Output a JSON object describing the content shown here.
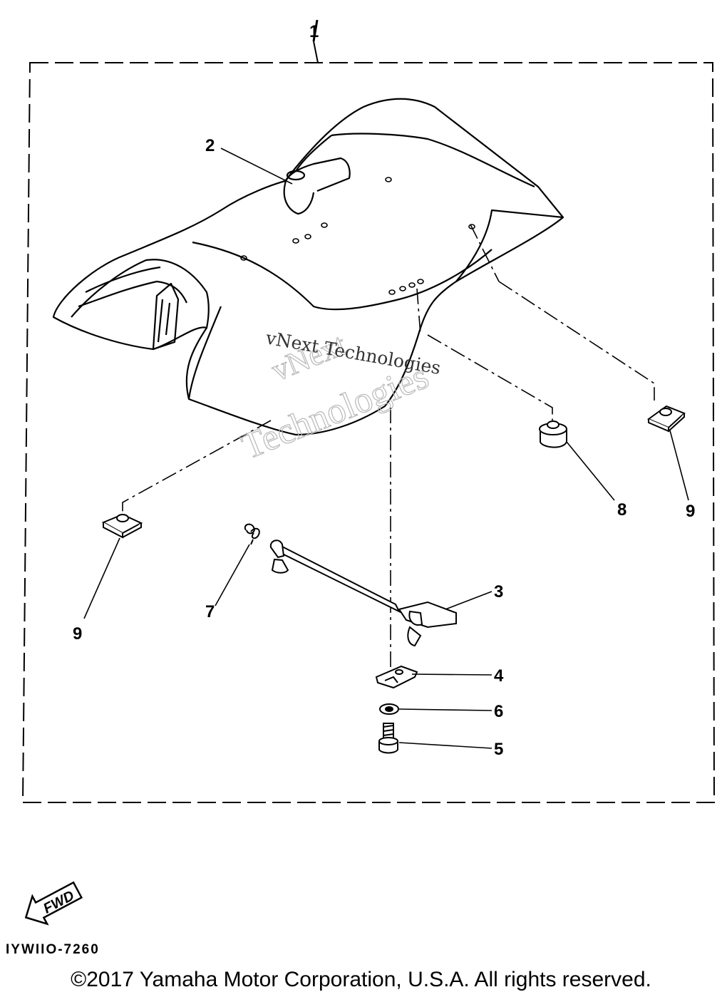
{
  "diagram": {
    "assembly_number": "1",
    "callouts": {
      "seat_cover": "2",
      "hook_lever": "3",
      "bracket": "4",
      "bolt": "5",
      "washer": "6",
      "spring": "7",
      "damper": "8",
      "nut_left": "9",
      "nut_right": "9"
    },
    "fwd_label": "FWD",
    "part_code": "IYWIIO-7260"
  },
  "watermark": {
    "outline_line1": "vNext",
    "outline_line2": "Technologies",
    "overlay": "vNext Technologies"
  },
  "footer": {
    "copyright": "©2017 Yamaha Motor Corporation, U.S.A. All rights reserved."
  }
}
